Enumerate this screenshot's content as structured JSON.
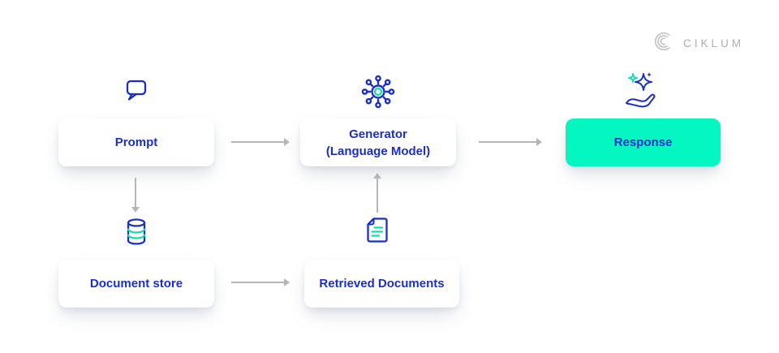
{
  "header": {
    "brand_name": "CIKLUM",
    "brand_logo_icon": "ciklum-arcs-logo-icon"
  },
  "colors": {
    "accent_blue": "#1b2fc8",
    "mint": "#04f6c1",
    "icon_teal": "#17dcab",
    "arrow_gray": "#b6b6b6",
    "logo_gray": "#c0c0c4",
    "box_bg": "#ffffff",
    "canvas_bg": "#ffffff"
  },
  "diagram": {
    "nodes": {
      "prompt": {
        "label": "Prompt",
        "icon": "speech-bubble-icon",
        "highlighted": false
      },
      "generator": {
        "label": "Generator\n(Language Model)",
        "icon": "network-hub-icon",
        "highlighted": false
      },
      "response": {
        "label": "Response",
        "icon": "hand-sparkles-icon",
        "highlighted": true
      },
      "document_store": {
        "label": "Document store",
        "icon": "database-icon",
        "highlighted": false
      },
      "retrieved_documents": {
        "label": "Retrieved Documents",
        "icon": "document-icon",
        "highlighted": false
      }
    },
    "edges": [
      {
        "from": "prompt",
        "to": "generator",
        "direction": "right"
      },
      {
        "from": "generator",
        "to": "response",
        "direction": "right"
      },
      {
        "from": "prompt",
        "to": "document_store",
        "direction": "down"
      },
      {
        "from": "document_store",
        "to": "retrieved_documents",
        "direction": "right"
      },
      {
        "from": "retrieved_documents",
        "to": "generator",
        "direction": "up"
      }
    ]
  }
}
